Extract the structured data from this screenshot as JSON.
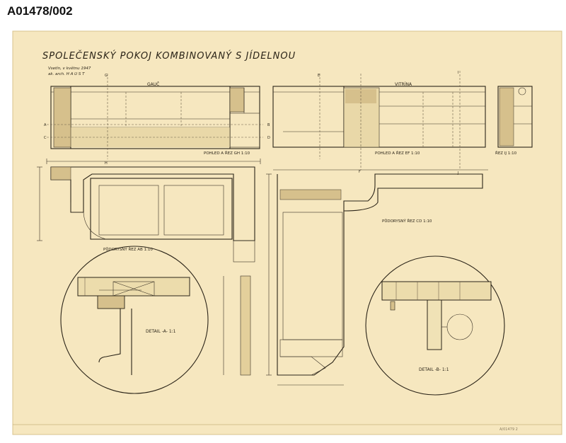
{
  "archive_id": "A01478/002",
  "sheet": {
    "title": "SPOLEČENSKÝ  POKOJ  KOMBINOVANÝ  S  JÍDELNOU",
    "place_date": "Vsetín, v květnu 1947",
    "author": "ak. arch. H A U S T"
  },
  "views": {
    "gauc": "GAUČ",
    "vitrina": "VITRÍNA",
    "elev_left": "POHLED  A  ŘEZ  GH   1:10",
    "elev_right": "POHLED  A  ŘEZ  EF   1:10",
    "section_ij": "ŘEZ  IJ  1:10",
    "plan_left": "PŮDORYSNÝ  ŘEZ  AB  1:10",
    "plan_right": "PŮDORYSNÝ  ŘEZ  CD  1:10",
    "detail_a": "DETAIL  -A-   1:1",
    "detail_b": "DETAIL  -B-  1:1"
  },
  "section_marks": {
    "a": "A",
    "b": "B",
    "c": "C",
    "d": "D",
    "g": "G",
    "h": "H",
    "e": "E",
    "f": "F",
    "i": "I",
    "j": "J"
  },
  "stamp": "A/01479 2"
}
